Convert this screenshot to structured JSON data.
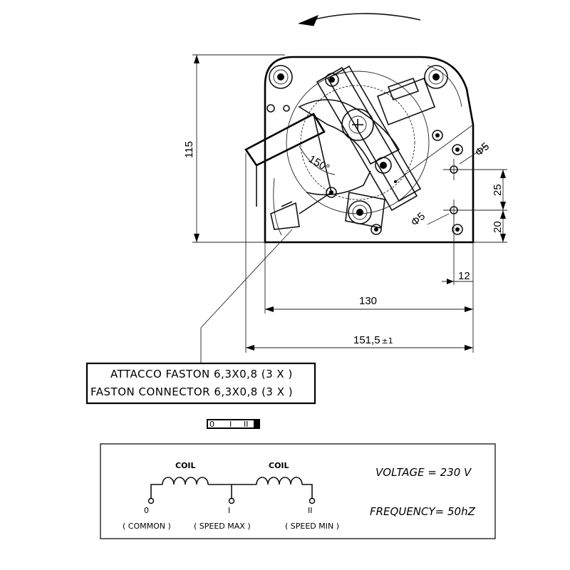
{
  "dimensions": {
    "height": "115",
    "spacing_vertical_1": "25",
    "spacing_vertical_2": "20",
    "offset_right": "12",
    "width_body": "130",
    "width_total": "151,5",
    "width_total_tol": "±1",
    "hole_dia_1": "Φ5",
    "hole_dia_2": "Φ5",
    "angle": "150°"
  },
  "connector_label": {
    "line1": "ATTACCO FASTON 6,3X0,8 (3 X )",
    "line2": "FASTON CONNECTOR 6,3X0,8 (3 X )"
  },
  "terminal_strip": {
    "labels": [
      "0",
      "I",
      "II"
    ]
  },
  "wiring": {
    "coil1": "COIL",
    "coil2": "COIL",
    "t0": "0",
    "t1": "I",
    "t2": "II",
    "t0_label": "( COMMON )",
    "t1_label": "( SPEED MAX )",
    "t2_label": "( SPEED  MIN )",
    "voltage": "VOLTAGE = 230 V",
    "frequency": "FREQUENCY= 50hZ"
  }
}
